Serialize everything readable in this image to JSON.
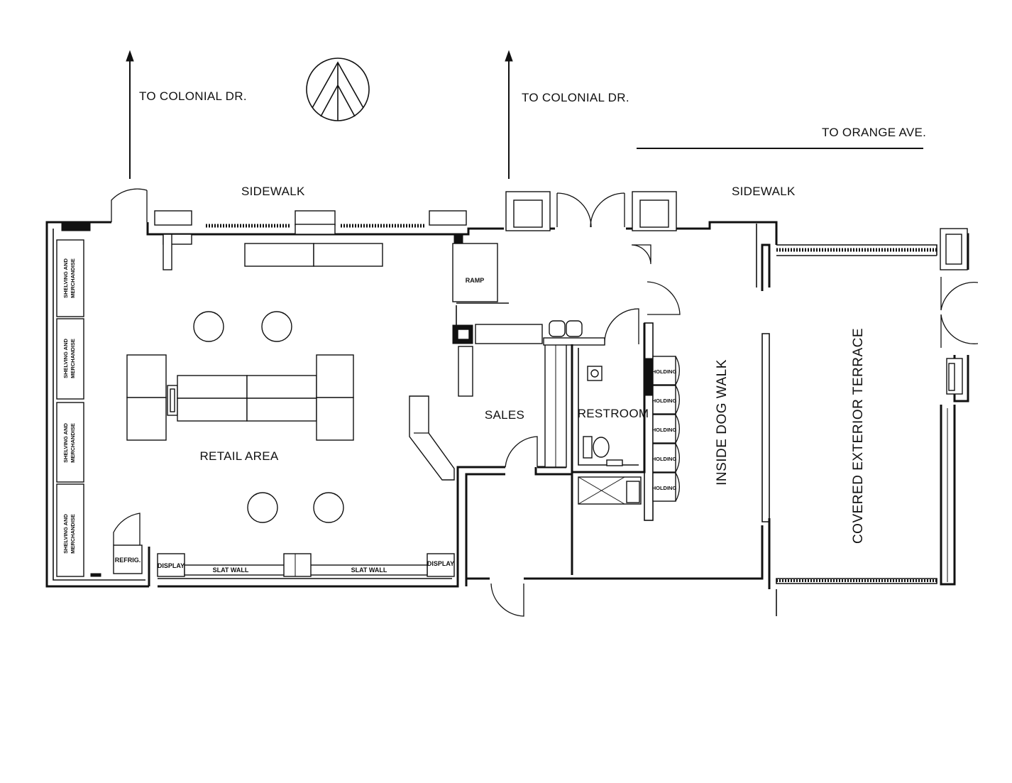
{
  "labels": {
    "to_colonial_left": "TO COLONIAL DR.",
    "to_colonial_right": "TO COLONIAL DR.",
    "to_orange": "TO ORANGE AVE.",
    "sidewalk_left": "SIDEWALK",
    "sidewalk_right": "SIDEWALK",
    "retail_area": "RETAIL AREA",
    "sales": "SALES",
    "restroom": "RESTROOM",
    "inside_dog_walk": "INSIDE DOG WALK",
    "covered_terrace": "COVERED EXTERIOR TERRACE",
    "ramp": "RAMP",
    "refrig": "REFRIG.",
    "display_left": "DISPLAY",
    "display_right": "DISPLAY",
    "slat_wall_left": "SLAT WALL",
    "slat_wall_right": "SLAT WALL"
  },
  "shelving": [
    {
      "line1": "SHELVING AND",
      "line2": "MERCHANDISE"
    },
    {
      "line1": "SHELVING AND",
      "line2": "MERCHANDISE"
    },
    {
      "line1": "SHELVING AND",
      "line2": "MERCHANDISE"
    },
    {
      "line1": "SHELVING AND",
      "line2": "MERCHANDISE"
    }
  ],
  "holding": [
    "HOLDING",
    "HOLDING",
    "HOLDING",
    "HOLDING",
    "HOLDING"
  ],
  "icons": {
    "north_arrow": "north-arrow-icon"
  },
  "colors": {
    "ink": "#111111",
    "paper": "#ffffff"
  }
}
